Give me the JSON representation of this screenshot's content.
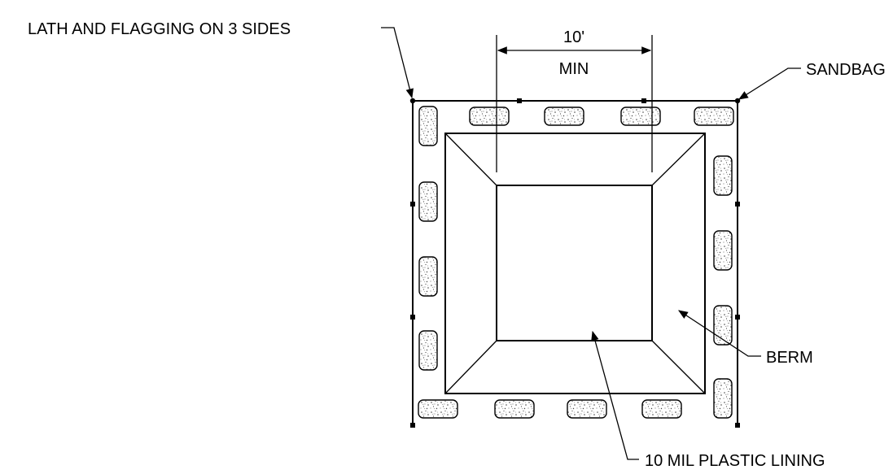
{
  "labels": {
    "lath": "LATH AND FLAGGING ON 3 SIDES",
    "dim_value": "10'",
    "dim_note": "MIN",
    "sandbag": "SANDBAG",
    "berm": "BERM",
    "lining": "10 MIL PLASTIC LINING"
  },
  "colors": {
    "line": "#000000",
    "background": "#ffffff"
  }
}
